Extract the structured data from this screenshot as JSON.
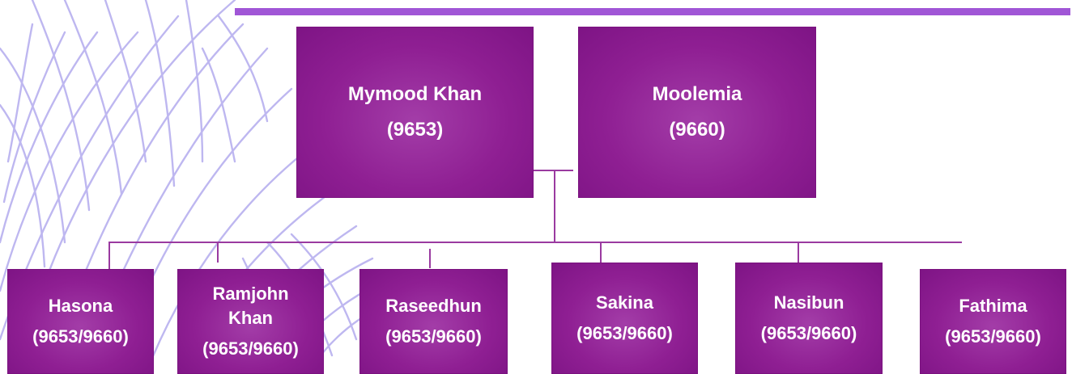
{
  "parents": [
    {
      "name": "Mymood Khan",
      "id": "(9653)"
    },
    {
      "name": "Moolemia",
      "id": "(9660)"
    }
  ],
  "children": [
    {
      "name": "Hasona",
      "id": "(9653/9660)"
    },
    {
      "name": "Ramjohn Khan",
      "id": "(9653/9660)"
    },
    {
      "name": "Raseedhun",
      "id": "(9653/9660)"
    },
    {
      "name": "Sakina",
      "id": "(9653/9660)"
    },
    {
      "name": "Nasibun",
      "id": "(9653/9660)"
    },
    {
      "name": "Fathima",
      "id": "(9653/9660)"
    }
  ],
  "colors": {
    "node_fill": "#8f1f93",
    "connector": "#9a3aa0",
    "accent_bar": "#a056d6",
    "feather": "#b7b0ef"
  }
}
